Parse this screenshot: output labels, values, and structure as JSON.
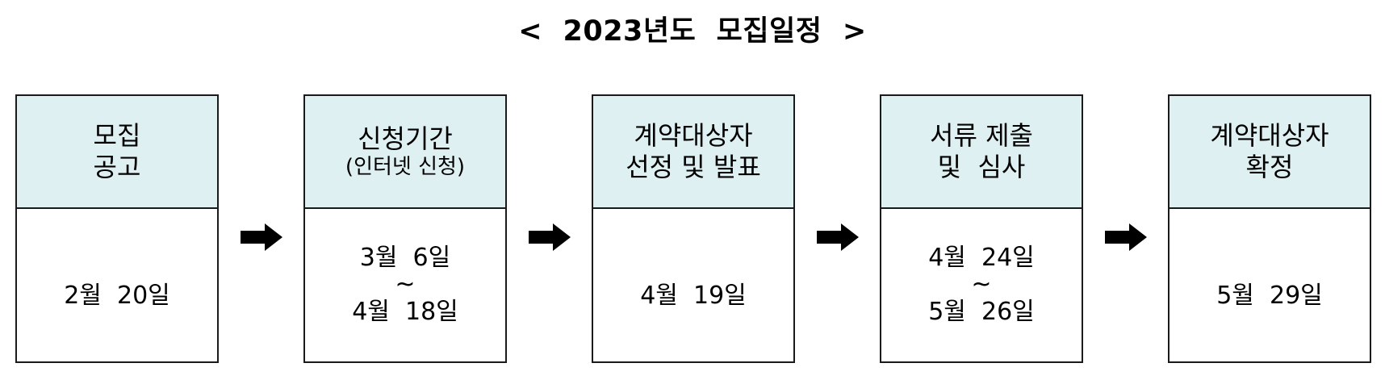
{
  "title": "<  2023년도  모집일정  >",
  "colors": {
    "header_background": "#dff0f2",
    "border": "#1a1a1a",
    "body_background": "#ffffff",
    "text": "#000000",
    "arrow": "#000000"
  },
  "arrow_icon": "right-arrow-icon",
  "steps": [
    {
      "id": "recruitment-notice",
      "header_line1": "모집",
      "header_line2": "공고",
      "header_line2_small": false,
      "body_lines": [
        "2월  20일"
      ],
      "single_date": true
    },
    {
      "id": "application-period",
      "header_line1": "신청기간",
      "header_line2": "(인터넷 신청)",
      "header_line2_small": true,
      "body_lines": [
        "3월  6일",
        "~",
        "4월  18일"
      ],
      "single_date": false
    },
    {
      "id": "contractor-selection-announcement",
      "header_line1": "계약대상자",
      "header_line2": "선정 및 발표",
      "header_line2_small": false,
      "body_lines": [
        "4월  19일"
      ],
      "single_date": true
    },
    {
      "id": "document-submission-review",
      "header_line1": "서류 제출",
      "header_line2": "및  심사",
      "header_line2_small": false,
      "body_lines": [
        "4월  24일",
        "~",
        "5월  26일"
      ],
      "single_date": false
    },
    {
      "id": "contractor-confirmation",
      "header_line1": "계약대상자",
      "header_line2": "확정",
      "header_line2_small": false,
      "body_lines": [
        "5월  29일"
      ],
      "single_date": true
    }
  ]
}
